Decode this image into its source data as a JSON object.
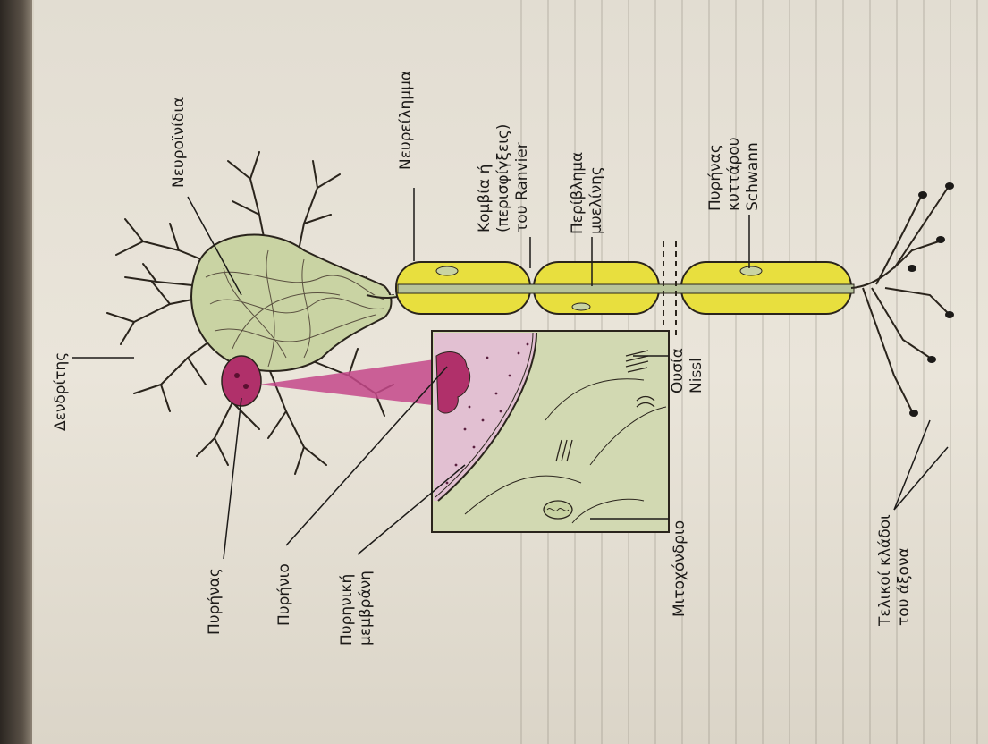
{
  "labels": {
    "dendrites": "Δενδρίτης",
    "neurofibrils": "Νευροϊνίδια",
    "neurilemma": "Νευρείλημμα",
    "node_ranvier": "Κομβία ή\n(περισφίγξεις)\nτου Ranvier",
    "myelin_sheath": "Περίβλημα\nμυελίνης",
    "schwann_nucleus": "Πυρήνας\nκυττάρου\nSchwann",
    "nucleus": "Πυρήνας",
    "nucleolus": "Πυρήνιο",
    "nuclear_membrane": "Πυρηνική\nμεμβράνη",
    "mitochondrion": "Μιτοχόνδριο",
    "nissl": "Ουσία\nNissl",
    "terminal_branches": "Τελικοί κλάδοι\nτου άξονα"
  },
  "colors": {
    "cell_body": "#c9d3a3",
    "myelin": "#e8df3e",
    "nucleus": "#b0306a",
    "inset_bg": "#d2d9b2",
    "inset_nucleus": "#e2c0d2",
    "pointer": "#c4488a"
  }
}
